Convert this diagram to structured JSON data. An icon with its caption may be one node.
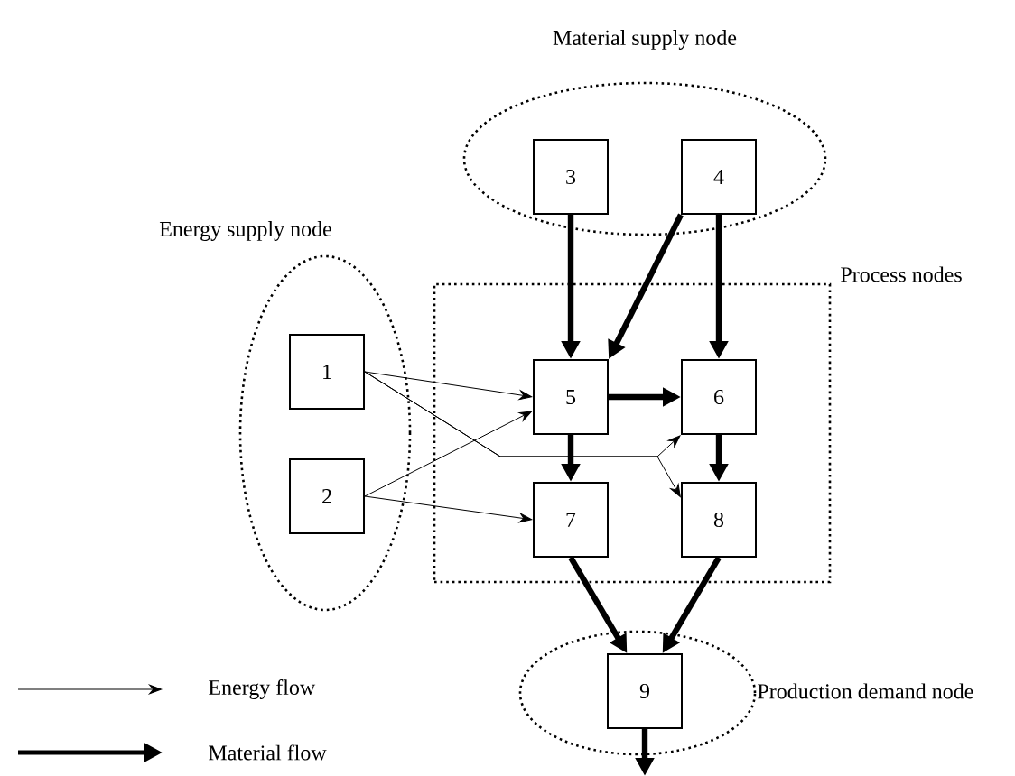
{
  "diagram": {
    "nodes": [
      {
        "text": [
          "Material supply node"
        ]
      },
      {
        "text": [
          "3"
        ],
        "in": 0
      },
      {
        "text": [
          "4"
        ],
        "in": 0
      },
      {
        "text": [
          "Energy supply node"
        ]
      },
      {
        "text": [
          "1"
        ],
        "in": 3
      },
      {
        "text": [
          "2"
        ],
        "in": 3
      },
      {
        "text": [
          "Process nodes"
        ]
      },
      {
        "text": [
          "5"
        ],
        "in": 6
      },
      {
        "text": [
          "6"
        ],
        "in": 6
      },
      {
        "text": [
          "7"
        ],
        "in": 6
      },
      {
        "text": [
          "8"
        ],
        "in": 6
      },
      {
        "text": [
          "Production demand node"
        ]
      },
      {
        "text": [
          "9"
        ],
        "in": 11
      }
    ],
    "edges": [
      {
        "from": 4,
        "to": 7,
        "arrow": "to"
      },
      {
        "from": 4,
        "to": 8,
        "arrow": "to"
      },
      {
        "from": 4,
        "to": 10,
        "arrow": "to"
      },
      {
        "from": 5,
        "to": 7,
        "arrow": "to"
      },
      {
        "from": 5,
        "to": 9,
        "arrow": "to"
      },
      {
        "from": 1,
        "to": 7,
        "arrow": "to"
      },
      {
        "from": 2,
        "to": 7,
        "arrow": "to"
      },
      {
        "from": 2,
        "to": 8,
        "arrow": "to"
      },
      {
        "from": 7,
        "to": 8,
        "arrow": "to"
      },
      {
        "from": 7,
        "to": 9,
        "arrow": "to"
      },
      {
        "from": 8,
        "to": 10,
        "arrow": "to"
      },
      {
        "from": 9,
        "to": 12,
        "arrow": "to"
      },
      {
        "from": 10,
        "to": 12,
        "arrow": "to"
      },
      {
        "from": 12,
        "to": null,
        "arrow": "to"
      }
    ],
    "legend": [
      {
        "text": "Energy flow"
      },
      {
        "text": "Material flow"
      }
    ]
  }
}
